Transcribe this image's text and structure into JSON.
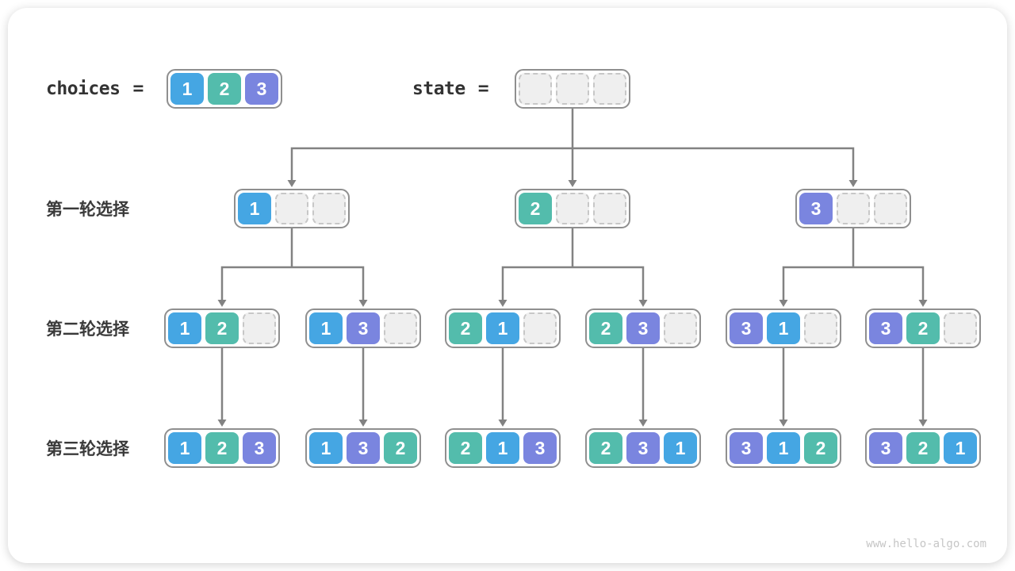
{
  "header": {
    "choices_label": "choices",
    "choices_equals": "=",
    "choices_cells": [
      "1",
      "2",
      "3"
    ],
    "state_label": "state",
    "state_equals": "=",
    "state_cells": [
      "",
      "",
      ""
    ]
  },
  "rows": [
    {
      "label": "第一轮选择",
      "nodes": [
        [
          "1",
          "",
          ""
        ],
        [
          "2",
          "",
          ""
        ],
        [
          "3",
          "",
          ""
        ]
      ]
    },
    {
      "label": "第二轮选择",
      "nodes": [
        [
          "1",
          "2",
          ""
        ],
        [
          "1",
          "3",
          ""
        ],
        [
          "2",
          "1",
          ""
        ],
        [
          "2",
          "3",
          ""
        ],
        [
          "3",
          "1",
          ""
        ],
        [
          "3",
          "2",
          ""
        ]
      ]
    },
    {
      "label": "第三轮选择",
      "nodes": [
        [
          "1",
          "2",
          "3"
        ],
        [
          "1",
          "3",
          "2"
        ],
        [
          "2",
          "1",
          "3"
        ],
        [
          "2",
          "3",
          "1"
        ],
        [
          "3",
          "1",
          "2"
        ],
        [
          "3",
          "2",
          "1"
        ]
      ]
    }
  ],
  "colors": {
    "value1": "#45A6E3",
    "value2": "#53BCAC",
    "value3": "#7A85DF",
    "empty_fill": "#efefef",
    "node_border": "#8f8f8f",
    "line": "#828282"
  },
  "watermark": "www.hello-algo.com"
}
